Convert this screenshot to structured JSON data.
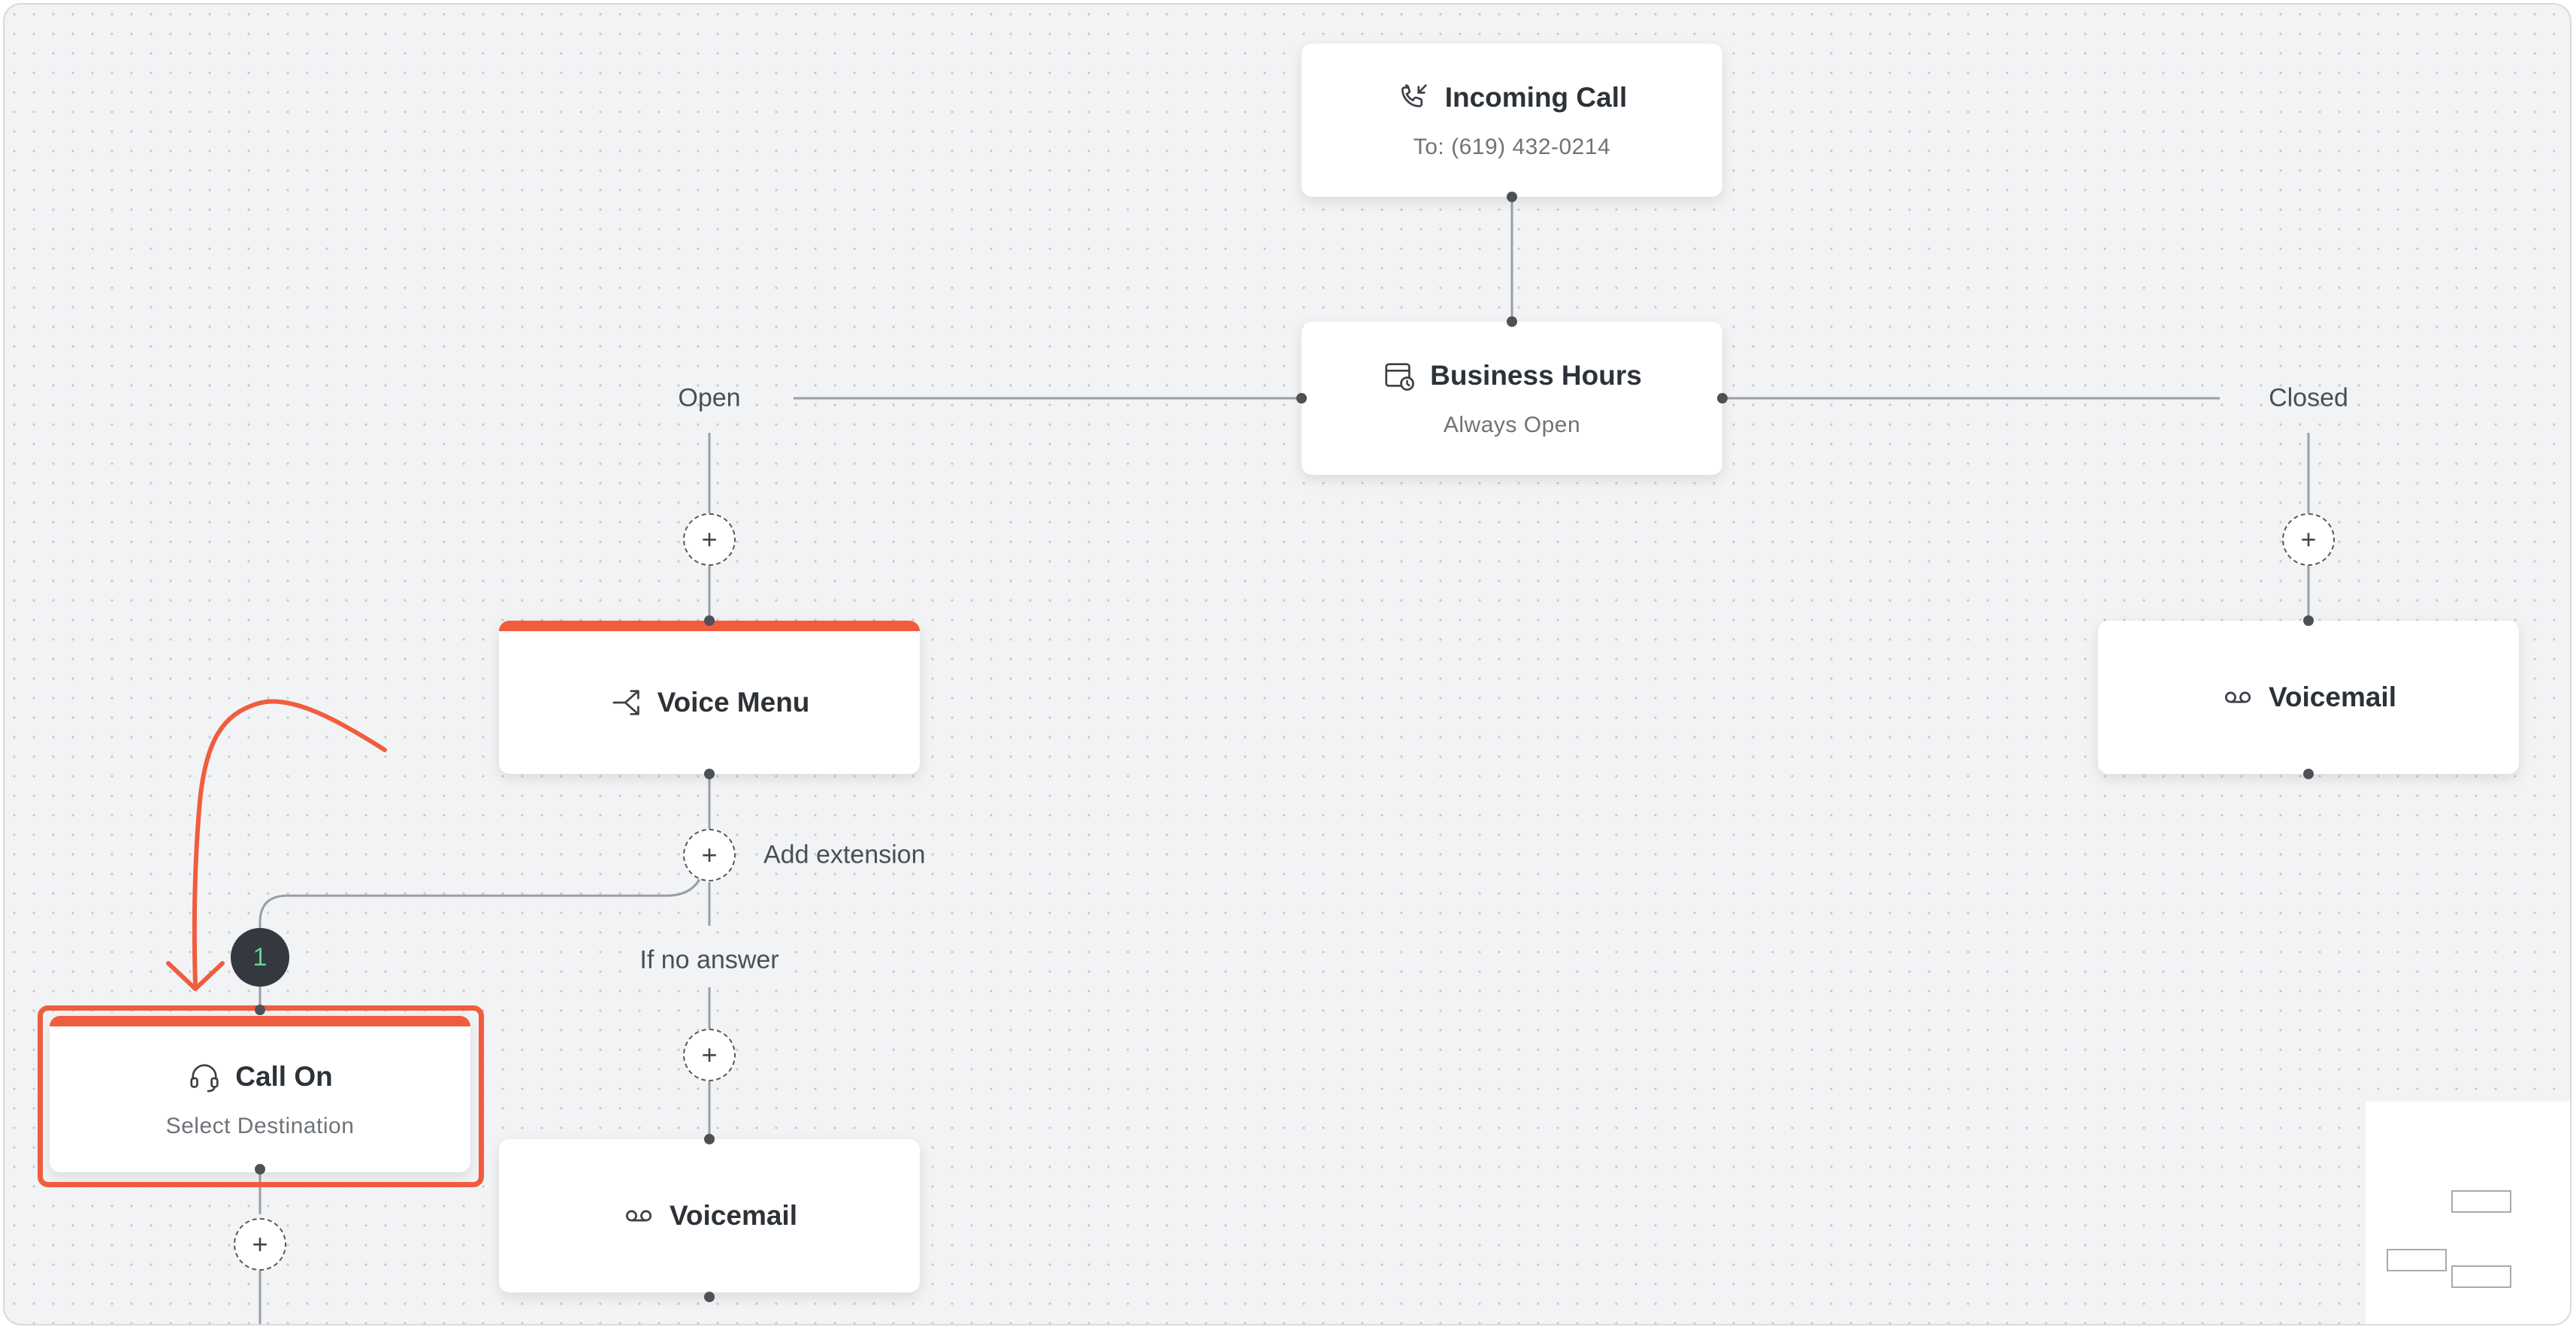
{
  "nodes": {
    "incoming_call": {
      "title": "Incoming Call",
      "subtitle": "To: (619) 432-0214",
      "icon": "phone-incoming-icon"
    },
    "business_hours": {
      "title": "Business Hours",
      "subtitle": "Always Open",
      "icon": "calendar-clock-icon"
    },
    "voice_menu": {
      "title": "Voice Menu",
      "icon": "branch-arrows-icon"
    },
    "voicemail_closed": {
      "title": "Voicemail",
      "icon": "voicemail-icon"
    },
    "call_on": {
      "title": "Call On",
      "subtitle": "Select Destination",
      "icon": "headset-icon"
    },
    "voicemail_no_answer": {
      "title": "Voicemail",
      "icon": "voicemail-icon"
    }
  },
  "labels": {
    "open": "Open",
    "closed": "Closed",
    "add_extension": "Add extension",
    "if_no_answer": "If no answer"
  },
  "add_step_symbol": "+",
  "extension_badge": "1",
  "colors": {
    "accent": "#f05d3e",
    "canvas_bg": "#f2f3f5",
    "node_text": "#2c3238",
    "badge_bg": "#33393e",
    "badge_text": "#5fd38a"
  }
}
